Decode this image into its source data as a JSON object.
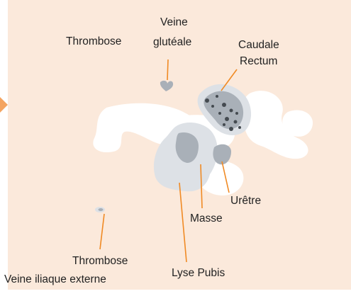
{
  "colors": {
    "background": "#fbe9db",
    "leader_line": "#f08a24",
    "bone": "#ffffff",
    "soft_tissue": "#dde1e6",
    "dense_tissue": "#a9b0b8",
    "dark_spot": "#444a50",
    "pointer": "#f4a460"
  },
  "labels": {
    "thrombose_top": "Thrombose",
    "veine_line1": "Veine",
    "veine_line2": "glutéale",
    "caudale": "Caudale",
    "rectum": "Rectum",
    "uretre": "Urêtre",
    "masse": "Masse",
    "thrombose_bottom": "Thrombose",
    "veine_iliaque": "Veine iliaque externe",
    "lyse_pubis": "Lyse Pubis"
  }
}
